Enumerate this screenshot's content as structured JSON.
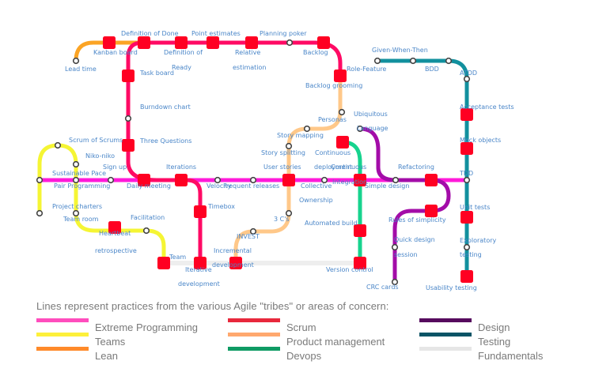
{
  "diagram": {
    "title": "Agile subway map",
    "lines": {
      "xp": {
        "name": "Extreme Programming",
        "color": "#ff1ad9"
      },
      "teams": {
        "name": "Teams",
        "color": "#f5f534"
      },
      "lean": {
        "name": "Lean",
        "color": "#fba425"
      },
      "scrum": {
        "name": "Scrum",
        "color": "#ff0a64"
      },
      "product": {
        "name": "Product management",
        "color": "#ffc889"
      },
      "devops": {
        "name": "Devops",
        "color": "#17d38e"
      },
      "design": {
        "name": "Design",
        "color": "#a30ca8"
      },
      "testing": {
        "name": "Testing",
        "color": "#12909e"
      },
      "fundamentals": {
        "name": "Fundamentals",
        "color": "#eeeeee"
      }
    },
    "station_colors": {
      "major": "#ff0022",
      "minor_fill": "#ffffff",
      "minor_stroke": "#444444"
    },
    "label_color": "#4a86c8",
    "labels": [
      {
        "id": "lead-time",
        "text": "Lead time"
      },
      {
        "id": "kanban-board",
        "text": "Kanban board"
      },
      {
        "id": "definition-of-done",
        "text": "Definition of Done"
      },
      {
        "id": "definition-of-ready-1",
        "text": "Definition of"
      },
      {
        "id": "definition-of-ready-2",
        "text": "Ready"
      },
      {
        "id": "point-estimates",
        "text": "Point estimates"
      },
      {
        "id": "relative-estimation-1",
        "text": "Relative"
      },
      {
        "id": "relative-estimation-2",
        "text": "estimation"
      },
      {
        "id": "planning-poker",
        "text": "Planning poker"
      },
      {
        "id": "backlog",
        "text": "Backlog"
      },
      {
        "id": "role-feature",
        "text": "Role-Feature"
      },
      {
        "id": "backlog-grooming",
        "text": "Backlog grooming"
      },
      {
        "id": "task-board",
        "text": "Task board"
      },
      {
        "id": "burndown-chart",
        "text": "Burndown chart"
      },
      {
        "id": "three-questions",
        "text": "Three Questions"
      },
      {
        "id": "given-when-then",
        "text": "Given-When-Then"
      },
      {
        "id": "bdd",
        "text": "BDD"
      },
      {
        "id": "atdd",
        "text": "ATDD"
      },
      {
        "id": "acceptance-tests",
        "text": "Acceptance tests"
      },
      {
        "id": "mock-objects",
        "text": "Mock objects"
      },
      {
        "id": "tdd",
        "text": "TDD"
      },
      {
        "id": "unit-tests",
        "text": "Unit tests"
      },
      {
        "id": "exploratory-testing-1",
        "text": "Exploratory"
      },
      {
        "id": "exploratory-testing-2",
        "text": "testing"
      },
      {
        "id": "usability-testing",
        "text": "Usability testing"
      },
      {
        "id": "personas",
        "text": "Personas"
      },
      {
        "id": "ubiquitous-language-1",
        "text": "Ubiquitous"
      },
      {
        "id": "ubiquitous-language-2",
        "text": "Language"
      },
      {
        "id": "story-mapping",
        "text": "Story mapping"
      },
      {
        "id": "story-splitting",
        "text": "Story splitting"
      },
      {
        "id": "continuous-deployment-1",
        "text": "Continuous"
      },
      {
        "id": "continuous-deployment-2",
        "text": "deployment"
      },
      {
        "id": "continuous-integration-1",
        "text": "Continuous"
      },
      {
        "id": "continuous-integration-2",
        "text": "Integration"
      },
      {
        "id": "user-stories",
        "text": "User stories"
      },
      {
        "id": "refactoring",
        "text": "Refactoring"
      },
      {
        "id": "simple-design",
        "text": "Simple design"
      },
      {
        "id": "collective-ownership-1",
        "text": "Collective"
      },
      {
        "id": "collective-ownership-2",
        "text": "Ownership"
      },
      {
        "id": "scrum-of-scrums",
        "text": "Scrum of Scrums"
      },
      {
        "id": "niko-niko",
        "text": "Niko-niko"
      },
      {
        "id": "sustainable-pace",
        "text": "Sustainable Pace"
      },
      {
        "id": "sign-up",
        "text": "Sign up"
      },
      {
        "id": "pair-programming",
        "text": "Pair Programming"
      },
      {
        "id": "daily-meeting",
        "text": "Daily meeting"
      },
      {
        "id": "iterations",
        "text": "Iterations"
      },
      {
        "id": "velocity",
        "text": "Velocity"
      },
      {
        "id": "frequent-releases",
        "text": "Frequent releases"
      },
      {
        "id": "project-charters",
        "text": "Project charters"
      },
      {
        "id": "team-room",
        "text": "Team room"
      },
      {
        "id": "facilitation",
        "text": "Facilitation"
      },
      {
        "id": "heartbeat-retrospective-1",
        "text": "Heartbeat"
      },
      {
        "id": "heartbeat-retrospective-2",
        "text": "retrospective"
      },
      {
        "id": "timebox",
        "text": "Timebox"
      },
      {
        "id": "three-cs",
        "text": "3 C's"
      },
      {
        "id": "invest",
        "text": "INVEST"
      },
      {
        "id": "automated-build",
        "text": "Automated build"
      },
      {
        "id": "rules-of-simplicity",
        "text": "Rules of simplicity"
      },
      {
        "id": "quick-design-session-1",
        "text": "Quick design"
      },
      {
        "id": "quick-design-session-2",
        "text": "session"
      },
      {
        "id": "team",
        "text": "Team"
      },
      {
        "id": "iterative-development-1",
        "text": "Iterative"
      },
      {
        "id": "iterative-development-2",
        "text": "development"
      },
      {
        "id": "incremental-development-1",
        "text": "Incremental"
      },
      {
        "id": "incremental-development-2",
        "text": "development"
      },
      {
        "id": "version-control",
        "text": "Version control"
      },
      {
        "id": "crc-cards",
        "text": "CRC cards"
      }
    ]
  },
  "legend": {
    "title": "Lines represent practices from the various Agile \"tribes\" or areas of concern:",
    "items": [
      {
        "label": "Extreme Programming",
        "color": "#ff4dbd"
      },
      {
        "label": "Teams",
        "color": "#fdf03a"
      },
      {
        "label": "Lean",
        "color": "#ff8a2a"
      },
      {
        "label": "Scrum",
        "color": "#e8283c"
      },
      {
        "label": "Product management",
        "color": "#ffa86e"
      },
      {
        "label": "Devops",
        "color": "#0f9b64"
      },
      {
        "label": "Design",
        "color": "#560b5e"
      },
      {
        "label": "Testing",
        "color": "#0a5466"
      },
      {
        "label": "Fundamentals",
        "color": "#e6e6e6"
      }
    ]
  }
}
